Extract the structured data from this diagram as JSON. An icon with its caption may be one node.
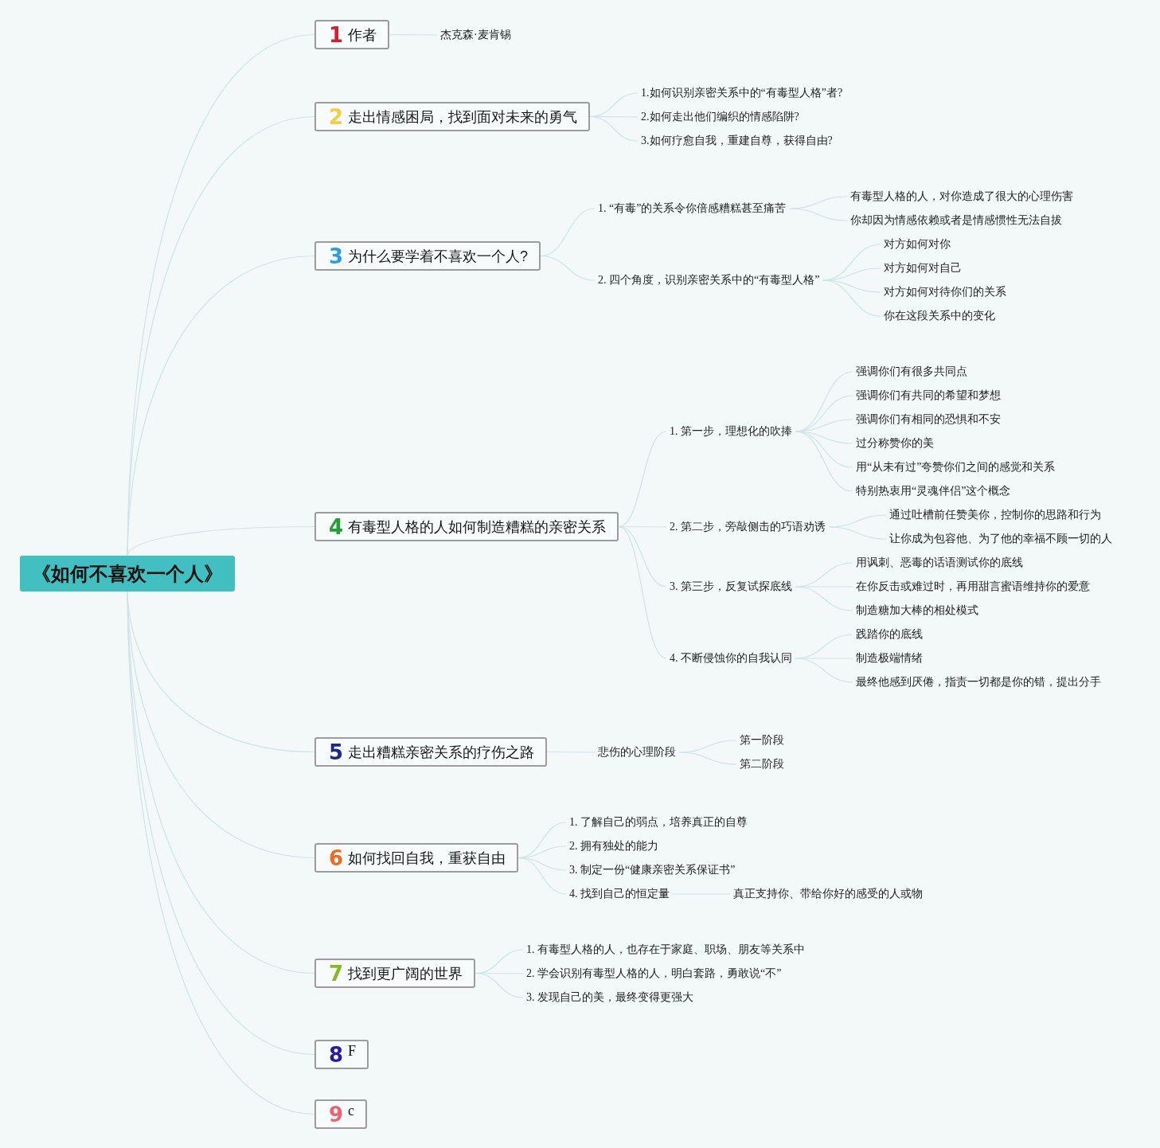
{
  "diagram": {
    "nodes": [
      {
        "text": [
          "《如何不喜欢一个人》"
        ]
      },
      {
        "text": [
          "1",
          "作者"
        ]
      },
      {
        "text": [
          "杰克森·麦肯锡"
        ]
      },
      {
        "text": [
          "2",
          "走出情感困局，找到面对未来的勇气"
        ]
      },
      {
        "text": [
          "1.如何识别亲密关系中的“有毒型人格”者?"
        ]
      },
      {
        "text": [
          "2.如何走出他们编织的情感陷阱?"
        ]
      },
      {
        "text": [
          "3.如何疗愈自我，重建自尊，获得自由?"
        ]
      },
      {
        "text": [
          "3",
          "为什么要学着不喜欢一个人?"
        ]
      },
      {
        "text": [
          "1. “有毒”的关系令你倍感糟糕甚至痛苦"
        ]
      },
      {
        "text": [
          "有毒型人格的人，对你造成了很大的心理伤害"
        ]
      },
      {
        "text": [
          "你却因为情感依赖或者是情感惯性无法自拔"
        ]
      },
      {
        "text": [
          "2. 四个角度，识别亲密关系中的“有毒型人格”"
        ]
      },
      {
        "text": [
          "对方如何对你"
        ]
      },
      {
        "text": [
          "对方如何对自己"
        ]
      },
      {
        "text": [
          "对方如何对待你们的关系"
        ]
      },
      {
        "text": [
          "你在这段关系中的变化"
        ]
      },
      {
        "text": [
          "4",
          "有毒型人格的人如何制造糟糕的亲密关系"
        ]
      },
      {
        "text": [
          "1. 第一步，理想化的吹捧"
        ]
      },
      {
        "text": [
          "强调你们有很多共同点"
        ]
      },
      {
        "text": [
          "强调你们有共同的希望和梦想"
        ]
      },
      {
        "text": [
          "强调你们有相同的恐惧和不安"
        ]
      },
      {
        "text": [
          "过分称赞你的美"
        ]
      },
      {
        "text": [
          "用“从未有过”夸赞你们之间的感觉和关系"
        ]
      },
      {
        "text": [
          "特别热衷用“灵魂伴侣”这个概念"
        ]
      },
      {
        "text": [
          "2. 第二步，旁敲侧击的巧语劝诱"
        ]
      },
      {
        "text": [
          "通过吐槽前任赞美你，控制你的思路和行为"
        ]
      },
      {
        "text": [
          "让你成为包容他、为了他的幸福不顾一切的人"
        ]
      },
      {
        "text": [
          "3. 第三步，反复试探底线"
        ]
      },
      {
        "text": [
          "用讽刺、恶毒的话语测试你的底线"
        ]
      },
      {
        "text": [
          "在你反击或难过时，再用甜言蜜语维持你的爱意"
        ]
      },
      {
        "text": [
          "制造糖加大棒的相处模式"
        ]
      },
      {
        "text": [
          "4. 不断侵蚀你的自我认同"
        ]
      },
      {
        "text": [
          "践踏你的底线"
        ]
      },
      {
        "text": [
          "制造极端情绪"
        ]
      },
      {
        "text": [
          "最终他感到厌倦，指责一切都是你的错，提出分手"
        ]
      },
      {
        "text": [
          "5",
          "走出糟糕亲密关系的疗伤之路"
        ]
      },
      {
        "text": [
          "悲伤的心理阶段"
        ]
      },
      {
        "text": [
          "第一阶段"
        ]
      },
      {
        "text": [
          "第二阶段"
        ]
      },
      {
        "text": [
          "6",
          "如何找回自我，重获自由"
        ]
      },
      {
        "text": [
          "1. 了解自己的弱点，培养真正的自尊"
        ]
      },
      {
        "text": [
          "2. 拥有独处的能力"
        ]
      },
      {
        "text": [
          "3. 制定一份“健康亲密关系保证书”"
        ]
      },
      {
        "text": [
          "4. 找到自己的恒定量"
        ]
      },
      {
        "text": [
          "真正支持你、带给你好的感受的人或物"
        ]
      },
      {
        "text": [
          "7",
          "找到更广阔的世界"
        ]
      },
      {
        "text": [
          "1. 有毒型人格的人，也存在于家庭、职场、朋友等关系中"
        ]
      },
      {
        "text": [
          "2. 学会识别有毒型人格的人，明白套路，勇敢说“不”"
        ]
      },
      {
        "text": [
          "3. 发现自己的美，最终变得更强大"
        ]
      },
      {
        "text": [
          "8",
          "F"
        ]
      },
      {
        "text": [
          "9",
          "c"
        ]
      }
    ],
    "edges": [
      {
        "from": 0,
        "to": 1,
        "arrow": "none"
      },
      {
        "from": 1,
        "to": 2,
        "arrow": "none"
      },
      {
        "from": 0,
        "to": 3,
        "arrow": "none"
      },
      {
        "from": 3,
        "to": 4,
        "arrow": "none"
      },
      {
        "from": 3,
        "to": 5,
        "arrow": "none"
      },
      {
        "from": 3,
        "to": 6,
        "arrow": "none"
      },
      {
        "from": 0,
        "to": 7,
        "arrow": "none"
      },
      {
        "from": 7,
        "to": 8,
        "arrow": "none"
      },
      {
        "from": 8,
        "to": 9,
        "arrow": "none"
      },
      {
        "from": 8,
        "to": 10,
        "arrow": "none"
      },
      {
        "from": 7,
        "to": 11,
        "arrow": "none"
      },
      {
        "from": 11,
        "to": 12,
        "arrow": "none"
      },
      {
        "from": 11,
        "to": 13,
        "arrow": "none"
      },
      {
        "from": 11,
        "to": 14,
        "arrow": "none"
      },
      {
        "from": 11,
        "to": 15,
        "arrow": "none"
      },
      {
        "from": 0,
        "to": 16,
        "arrow": "none"
      },
      {
        "from": 16,
        "to": 17,
        "arrow": "none"
      },
      {
        "from": 17,
        "to": 18,
        "arrow": "none"
      },
      {
        "from": 17,
        "to": 19,
        "arrow": "none"
      },
      {
        "from": 17,
        "to": 20,
        "arrow": "none"
      },
      {
        "from": 17,
        "to": 21,
        "arrow": "none"
      },
      {
        "from": 17,
        "to": 22,
        "arrow": "none"
      },
      {
        "from": 17,
        "to": 23,
        "arrow": "none"
      },
      {
        "from": 16,
        "to": 24,
        "arrow": "none"
      },
      {
        "from": 24,
        "to": 25,
        "arrow": "none"
      },
      {
        "from": 24,
        "to": 26,
        "arrow": "none"
      },
      {
        "from": 16,
        "to": 27,
        "arrow": "none"
      },
      {
        "from": 27,
        "to": 28,
        "arrow": "none"
      },
      {
        "from": 27,
        "to": 29,
        "arrow": "none"
      },
      {
        "from": 27,
        "to": 30,
        "arrow": "none"
      },
      {
        "from": 16,
        "to": 31,
        "arrow": "none"
      },
      {
        "from": 31,
        "to": 32,
        "arrow": "none"
      },
      {
        "from": 31,
        "to": 33,
        "arrow": "none"
      },
      {
        "from": 31,
        "to": 34,
        "arrow": "none"
      },
      {
        "from": 0,
        "to": 35,
        "arrow": "none"
      },
      {
        "from": 35,
        "to": 36,
        "arrow": "none"
      },
      {
        "from": 36,
        "to": 37,
        "arrow": "none"
      },
      {
        "from": 36,
        "to": 38,
        "arrow": "none"
      },
      {
        "from": 0,
        "to": 39,
        "arrow": "none"
      },
      {
        "from": 39,
        "to": 40,
        "arrow": "none"
      },
      {
        "from": 39,
        "to": 41,
        "arrow": "none"
      },
      {
        "from": 39,
        "to": 42,
        "arrow": "none"
      },
      {
        "from": 39,
        "to": 43,
        "arrow": "none"
      },
      {
        "from": 43,
        "to": 44,
        "arrow": "none"
      },
      {
        "from": 0,
        "to": 45,
        "arrow": "none"
      },
      {
        "from": 45,
        "to": 46,
        "arrow": "none"
      },
      {
        "from": 45,
        "to": 47,
        "arrow": "none"
      },
      {
        "from": 45,
        "to": 48,
        "arrow": "none"
      },
      {
        "from": 0,
        "to": 49,
        "arrow": "none"
      },
      {
        "from": 0,
        "to": 50,
        "arrow": "none"
      }
    ]
  }
}
